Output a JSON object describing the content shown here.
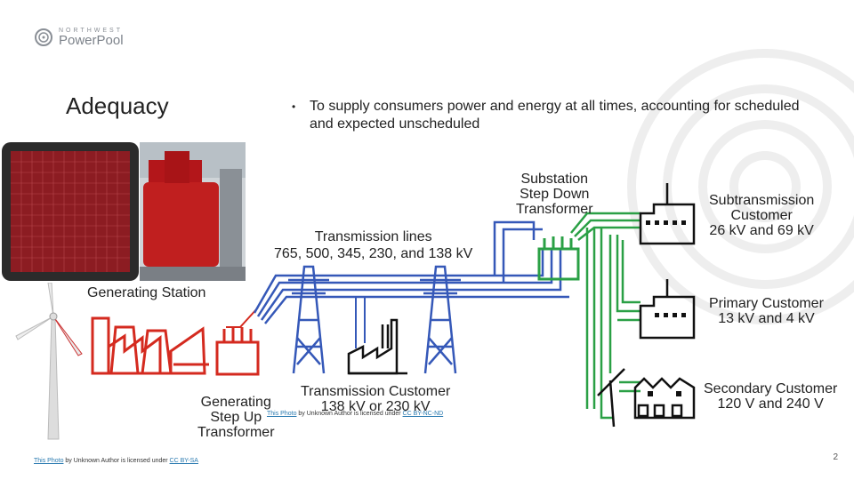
{
  "logo": {
    "top": "NORTHWEST",
    "main": "PowerPool"
  },
  "slide": {
    "title": "Adequacy",
    "bullet": "To supply consumers power and energy at all times, accounting for scheduled and expected unscheduled",
    "page_number": "2"
  },
  "diagram": {
    "generating_station": "Generating Station",
    "step_up": [
      "Generating",
      "Step Up",
      "Transformer"
    ],
    "transmission_lines": [
      "Transmission lines",
      "765, 500, 345, 230, and 138 kV"
    ],
    "transmission_customer": [
      "Transmission Customer",
      "138 kV or 230 kV"
    ],
    "substation": [
      "Substation",
      "Step Down",
      "Transformer"
    ],
    "subtransmission": [
      "Subtransmission",
      "Customer",
      "26 kV and 69 kV"
    ],
    "primary": [
      "Primary Customer",
      "13 kV and 4 kV"
    ],
    "secondary": [
      "Secondary Customer",
      "120 V and 240 V"
    ]
  },
  "credits": {
    "diagram": {
      "link": "This Photo",
      "mid": " by Unknown Author is licensed under ",
      "license": "CC BY-NC-ND"
    },
    "photo": {
      "link": "This Photo",
      "mid": " by Unknown Author is licensed under ",
      "license": "CC BY-SA"
    }
  },
  "colors": {
    "red": "#d42a1f",
    "blue": "#3558b8",
    "green": "#2aa045",
    "black": "#111111"
  }
}
